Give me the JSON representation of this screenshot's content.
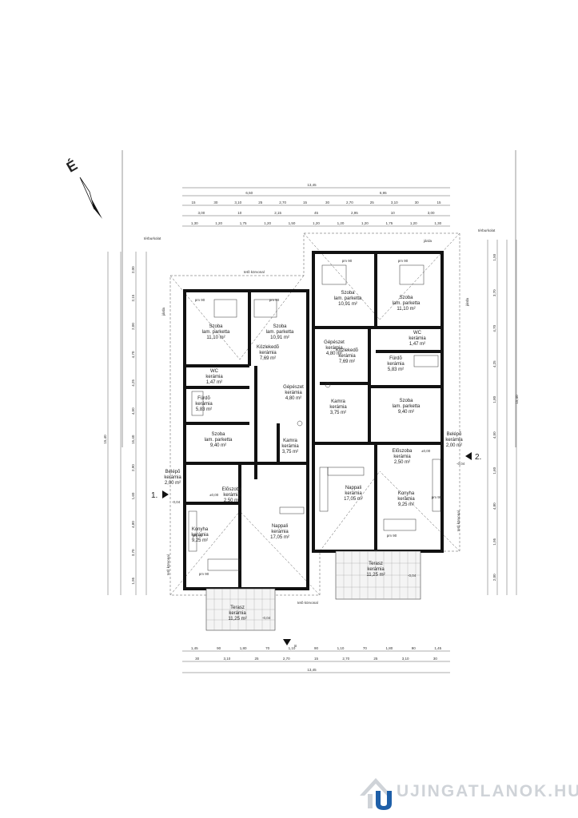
{
  "north_label": "É",
  "total_width": "13,45",
  "total_depth": "15,40",
  "top_dims_row1": [
    "6,50",
    "6,95"
  ],
  "top_dims_row2": [
    "15",
    "30",
    "3,10",
    "25",
    "2,70",
    "15",
    "30",
    "2,70",
    "25",
    "3,10",
    "30",
    "15"
  ],
  "top_dims_row3": [
    "3,00",
    "10",
    "2,15",
    "45",
    "2,95",
    "10",
    "3,00"
  ],
  "top_dims_row4": [
    "1,30",
    "1,20",
    "1,75",
    "1,20",
    "1,50",
    "1,20",
    "1,20",
    "1,20",
    "1,75",
    "1,20",
    "1,30"
  ],
  "bottom_dims_row1": [
    "1,45",
    "90",
    "1,80",
    "70",
    "1,10",
    "90",
    "1,10",
    "70",
    "1,80",
    "90",
    "1,45"
  ],
  "bottom_dims_row2": [
    "30",
    "3,10",
    "25",
    "2,70",
    "15",
    "2,70",
    "25",
    "3,10",
    "30"
  ],
  "left_dims": [
    "2,00",
    "2,15",
    "2,00",
    "4,70",
    "4,25",
    "4,50",
    "15,40",
    "2,90",
    "1,60",
    "4,80",
    "3,70",
    "1,95"
  ],
  "right_dims": [
    "1,50",
    "3,70",
    "4,70",
    "4,25",
    "1,80",
    "4,50",
    "1,60",
    "4,80",
    "1,95",
    "2,00"
  ],
  "labels": {
    "terrace_edge_left": "térburkolat",
    "terrace_edge_right": "térburkolat",
    "eaves_line": "tetõ körvonal",
    "walkway": "járda",
    "entrance_1": "1.",
    "entrance_2": "2.",
    "section_b": "B",
    "level_zero": "±0,00",
    "level_minus": "-0,04"
  },
  "rooms_left": [
    {
      "name": "Szoba",
      "finish": "lam. parketta",
      "area": "11,10 m²"
    },
    {
      "name": "Szoba",
      "finish": "lam. parketta",
      "area": "10,91 m²"
    },
    {
      "name": "WC",
      "finish": "kerámia",
      "area": "1,47 m²"
    },
    {
      "name": "Fürdõ",
      "finish": "kerámia",
      "area": "5,83 m²"
    },
    {
      "name": "Közlekedõ",
      "finish": "kerámia",
      "area": "7,69 m²"
    },
    {
      "name": "Gépészet",
      "finish": "kerámia",
      "area": "4,80 m²"
    },
    {
      "name": "Szoba",
      "finish": "lam. parketta",
      "area": "9,40 m²"
    },
    {
      "name": "Kamra",
      "finish": "kerámia",
      "area": "3,75 m²"
    },
    {
      "name": "Belépõ",
      "finish": "kerámia",
      "area": "2,00 m²"
    },
    {
      "name": "Elõszoba",
      "finish": "kerámia",
      "area": "2,50 m²"
    },
    {
      "name": "Konyha",
      "finish": "kerámia",
      "area": "9,25 m²"
    },
    {
      "name": "Nappali",
      "finish": "kerámia",
      "area": "17,05 m²"
    },
    {
      "name": "Terasz",
      "finish": "kerámia",
      "area": "11,25 m²"
    }
  ],
  "rooms_right": [
    {
      "name": "Szoba",
      "finish": "lam. parketta",
      "area": "10,91 m²"
    },
    {
      "name": "Szoba",
      "finish": "lam. parketta",
      "area": "11,10 m²"
    },
    {
      "name": "WC",
      "finish": "kerámia",
      "area": "1,47 m²"
    },
    {
      "name": "Gépészet",
      "finish": "kerámia",
      "area": "4,80 m²"
    },
    {
      "name": "Közlekedõ",
      "finish": "kerámia",
      "area": "7,69 m²"
    },
    {
      "name": "Fürdõ",
      "finish": "kerámia",
      "area": "5,83 m²"
    },
    {
      "name": "Kamra",
      "finish": "kerámia",
      "area": "3,75 m²"
    },
    {
      "name": "Szoba",
      "finish": "lam. parketta",
      "area": "9,40 m²"
    },
    {
      "name": "Belépõ",
      "finish": "kerámia",
      "area": "2,00 m²"
    },
    {
      "name": "Elõszoba",
      "finish": "kerámia",
      "area": "2,50 m²"
    },
    {
      "name": "Nappali",
      "finish": "kerámia",
      "area": "17,05 m²"
    },
    {
      "name": "Konyha",
      "finish": "kerámia",
      "area": "9,25 m²"
    },
    {
      "name": "Terasz",
      "finish": "kerámia",
      "area": "11,25 m²"
    }
  ],
  "window_tags": [
    "pm 90",
    "pm 90",
    "pm 90",
    "pm 90",
    "pm 90",
    "pm 90",
    "pm 90",
    "pm 90"
  ],
  "watermark": "UJINGATLANOK.HU",
  "colors": {
    "wall": "#111111",
    "wall_fill": "#e8e8e8",
    "watermark_gray": "#cfd3d8",
    "watermark_blue": "#1e5fa8"
  }
}
